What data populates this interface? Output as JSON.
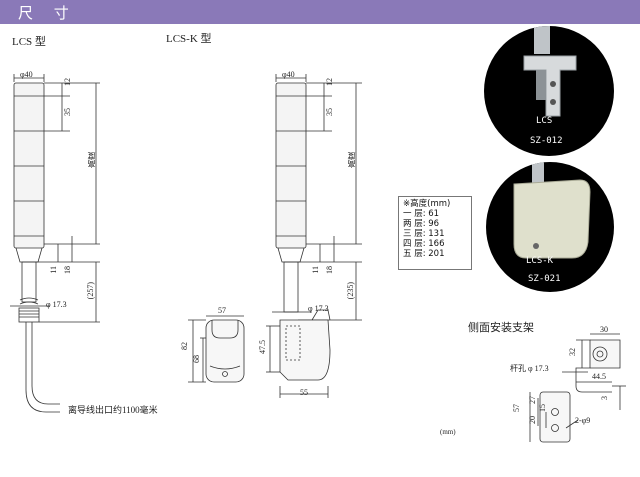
{
  "header": {
    "title": "尺 寸"
  },
  "lcs": {
    "model_label": "LCS 型",
    "d40": "φ40",
    "d12": "12",
    "d35": "35",
    "height": "高度",
    "d11": "11",
    "d18": "18",
    "d257": "(257)",
    "d17_3": "φ 17.3",
    "cable_note": "离导线出口约1100毫米"
  },
  "lcsk": {
    "model_label": "LCS-K 型",
    "d40": "φ40",
    "d12": "12",
    "d35": "35",
    "height": "高度",
    "d11": "11",
    "d18": "18",
    "d235": "(235)",
    "d17_3": "φ 17.3",
    "d57": "57",
    "d82": "82",
    "d68": "68",
    "d47_5": "47.5",
    "d55": "55"
  },
  "height_table": {
    "title": "※高度(mm)",
    "rows": [
      "一 层: 61",
      "两 层: 96",
      "三 层: 131",
      "四 层: 166",
      "五 层: 201"
    ]
  },
  "photo1": {
    "model": "LCS",
    "tag": "SZ-012"
  },
  "photo2": {
    "model": "LCS-K",
    "tag": "SZ-021"
  },
  "bracket": {
    "title": "侧面安装支架",
    "d30": "30",
    "d32": "32",
    "hole_label": "杆孔 φ 17.3",
    "d44_5": "44.5",
    "d3": "3",
    "d57": "57",
    "d27": "27",
    "d20": "20",
    "d15": "15",
    "holes": "2-φ9",
    "unit": "(mm)"
  }
}
